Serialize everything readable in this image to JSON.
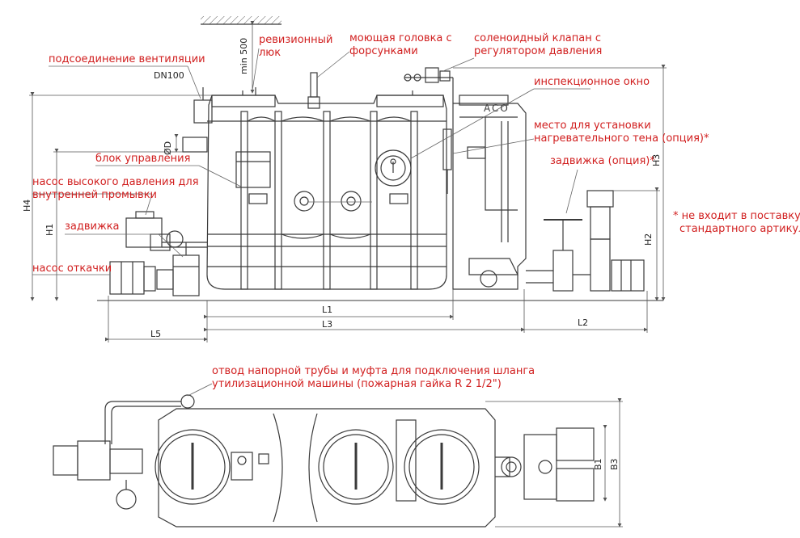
{
  "labels": {
    "revision_hatch": [
      "ревизионный",
      "люк"
    ],
    "wash_head": [
      "моющая головка с",
      "форсунками"
    ],
    "solenoid": [
      "соленоидный клапан с",
      "регулятором давления"
    ],
    "ventilation": "подсоединение вентиляции",
    "inspection_window": "инспекционное окно",
    "heater_place": [
      "место для установки",
      "нагревательного тена (опция)*"
    ],
    "control_unit": "блок управления",
    "hp_pump": [
      "насос высокого давления для",
      "внутренней промывки"
    ],
    "gate_valve_option": "задвижка (опция)*",
    "not_included": [
      "* не входит в поставку",
      "стандартного артикула"
    ],
    "gate_valve": "задвижка",
    "drain_pump": "насос откачки",
    "pressure_pipe": [
      "отвод напорной трубы и муфта для подключения шланга",
      "утилизационной машины (пожарная гайка R 2 1/2\")"
    ]
  },
  "dimensions": {
    "dn100": "DN100",
    "min500": "min 500",
    "od": "ØD",
    "h1": "H1",
    "h2": "H2",
    "h3": "H3",
    "h4": "H4",
    "l1": "L1",
    "l2": "L2",
    "l3": "L3",
    "l5": "L5",
    "b1": "B1",
    "b3": "B3"
  },
  "brand": "ACO",
  "colors": {
    "label_red": "#d11f1f",
    "line": "#3a3a3a",
    "dim_line": "#555555"
  }
}
